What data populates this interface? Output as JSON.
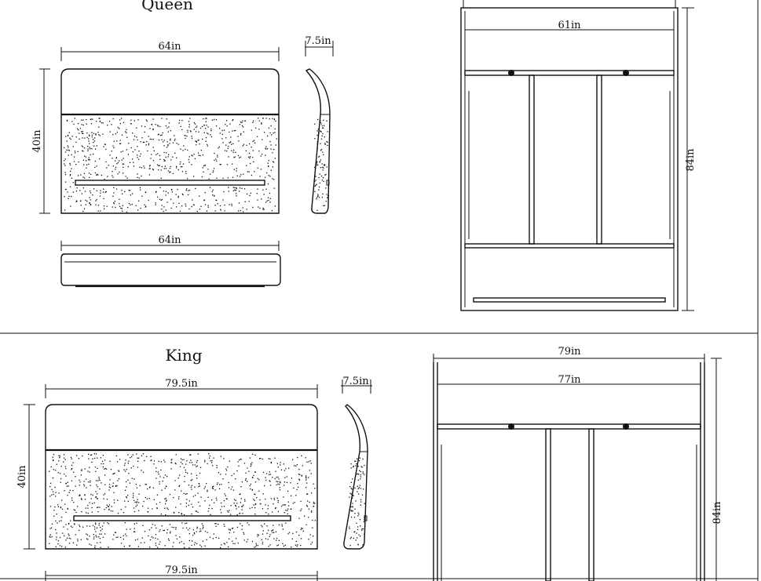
{
  "queen": {
    "title": "Queen",
    "width_top": "64in",
    "width_bottom": "64in",
    "height": "40in",
    "depth": "7.5in",
    "frame_width": "61in",
    "frame_length": "84in"
  },
  "king": {
    "title": "King",
    "width_top": "79.5in",
    "width_bottom": "79.5in",
    "height": "40in",
    "depth": "7.5in",
    "frame_outer_width": "79in",
    "frame_inner_width": "77in",
    "frame_length": "84in"
  },
  "colors": {
    "line": "#111111",
    "background": "#ffffff"
  }
}
